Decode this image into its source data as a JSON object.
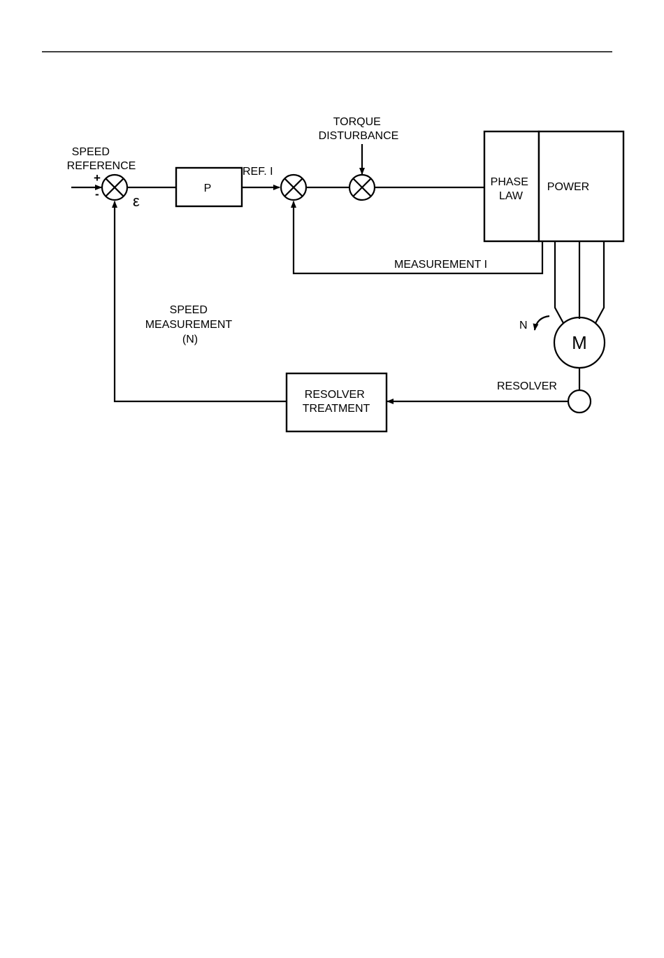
{
  "labels": {
    "speed_reference": [
      "SPEED",
      "REFERENCE"
    ],
    "plus_sign": "+",
    "minus_sign": "-",
    "epsilon": "ε",
    "p_block": "P",
    "ref_i": "REF. I",
    "torque_disturbance": [
      "TORQUE",
      "DISTURBANCE"
    ],
    "phase_law": [
      "PHASE",
      "LAW"
    ],
    "power": "POWER",
    "measurement_i": "MEASUREMENT I",
    "speed_measurement": [
      "SPEED",
      "MEASUREMENT",
      "(N)"
    ],
    "n_rotation": "N",
    "motor": "M",
    "resolver": "RESOLVER",
    "resolver_treatment": [
      "RESOLVER",
      "TREATMENT"
    ]
  }
}
